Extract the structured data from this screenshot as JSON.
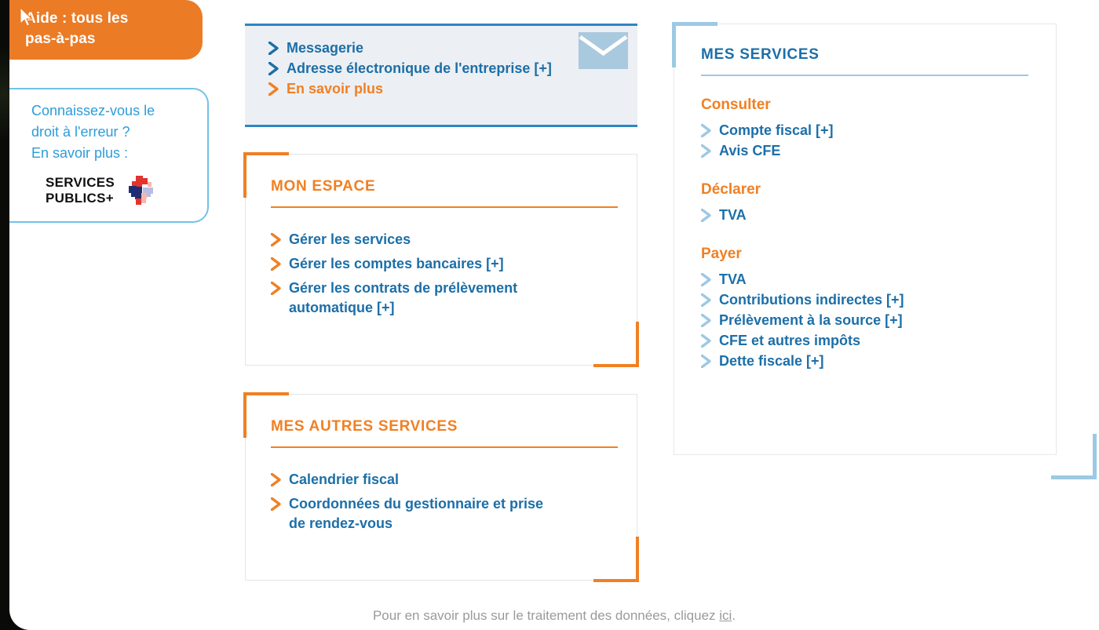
{
  "colors": {
    "orange": "#f08023",
    "orange_badge": "#ec7b25",
    "blue": "#1c6fa8",
    "light_blue": "#2d9cd8",
    "pale_blue": "#9cc9e4",
    "panel_bg": "#eceff3",
    "footer_gray": "#9a9a9a"
  },
  "aide_badge": {
    "line1": "Aide : tous les",
    "line2": "pas-à-pas",
    "icon": "cursor-arrow-icon"
  },
  "droit_erreur": {
    "line1": "Connaissez-vous le",
    "line2": "droit à l'erreur ?",
    "line3": "En savoir plus :",
    "logo": {
      "line1": "SERVICES",
      "line2": "PUBLICS+",
      "icon": "services-publics-plus-cross-icon"
    }
  },
  "messagerie": {
    "icon": "envelope-icon",
    "items": [
      {
        "label": "Messagerie",
        "style": "blue"
      },
      {
        "label": "Adresse électronique de l'entreprise [+]",
        "style": "blue"
      },
      {
        "label": "En savoir plus",
        "style": "orange"
      }
    ]
  },
  "mon_espace": {
    "title": "MON ESPACE",
    "items": [
      {
        "label": "Gérer les services"
      },
      {
        "label": "Gérer les comptes bancaires [+]"
      },
      {
        "label": "Gérer les contrats de prélèvement automatique [+]"
      }
    ]
  },
  "mes_autres_services": {
    "title": "MES AUTRES SERVICES",
    "items": [
      {
        "label": "Calendrier fiscal"
      },
      {
        "label": "Coordonnées du gestionnaire et prise de rendez-vous"
      }
    ]
  },
  "mes_services": {
    "title": "MES SERVICES",
    "groups": [
      {
        "heading": "Consulter",
        "items": [
          {
            "label": "Compte fiscal [+]"
          },
          {
            "label": "Avis CFE"
          }
        ]
      },
      {
        "heading": "Déclarer",
        "items": [
          {
            "label": "TVA"
          }
        ]
      },
      {
        "heading": "Payer",
        "items": [
          {
            "label": "TVA"
          },
          {
            "label": "Contributions indirectes [+]"
          },
          {
            "label": "Prélèvement à la source [+]"
          },
          {
            "label": "CFE et autres impôts"
          },
          {
            "label": "Dette fiscale [+]"
          }
        ]
      }
    ]
  },
  "footer": {
    "text": "Pour en savoir plus sur le traitement des données, cliquez ",
    "link": "ici",
    "period": "."
  }
}
